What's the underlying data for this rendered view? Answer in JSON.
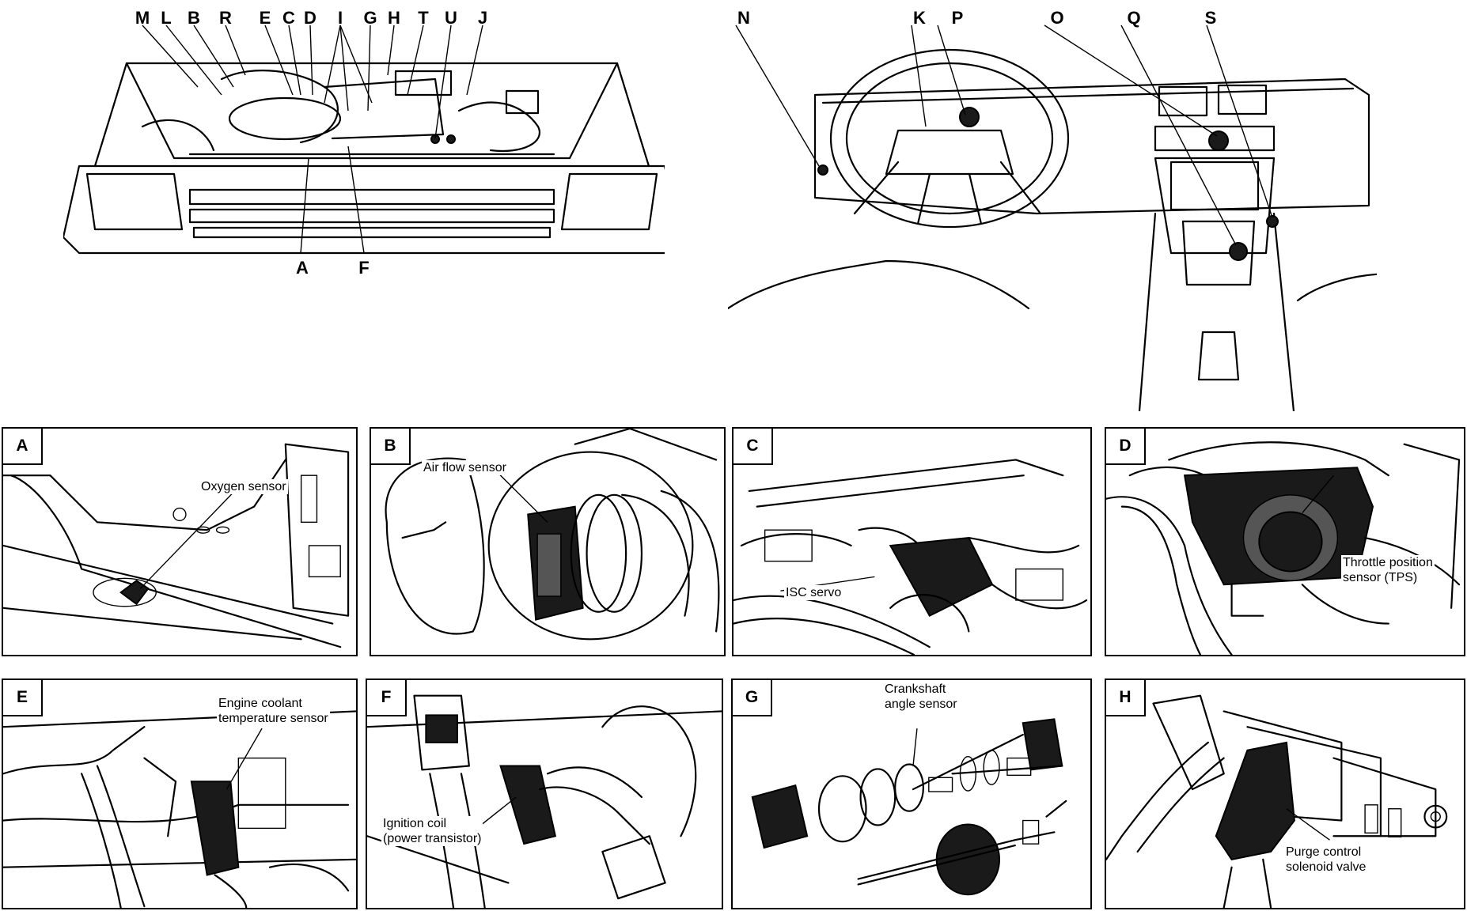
{
  "engine_bay_callouts": [
    "M",
    "L",
    "B",
    "R",
    "E",
    "C",
    "D",
    "I",
    "G",
    "H",
    "T",
    "U",
    "J",
    "A",
    "F"
  ],
  "dashboard_callouts": [
    "N",
    "K",
    "P",
    "O",
    "Q",
    "S"
  ],
  "panels": [
    {
      "letter": "A",
      "caption": "Oxygen sensor"
    },
    {
      "letter": "B",
      "caption": "Air flow sensor"
    },
    {
      "letter": "C",
      "caption": "ISC servo"
    },
    {
      "letter": "D",
      "caption": "Throttle position\nsensor (TPS)"
    },
    {
      "letter": "E",
      "caption": "Engine coolant\ntemperature sensor"
    },
    {
      "letter": "F",
      "caption": "Ignition coil\n(power transistor)"
    },
    {
      "letter": "G",
      "caption": "Crankshaft\nangle sensor"
    },
    {
      "letter": "H",
      "caption": "Purge control\nsolenoid valve"
    }
  ]
}
